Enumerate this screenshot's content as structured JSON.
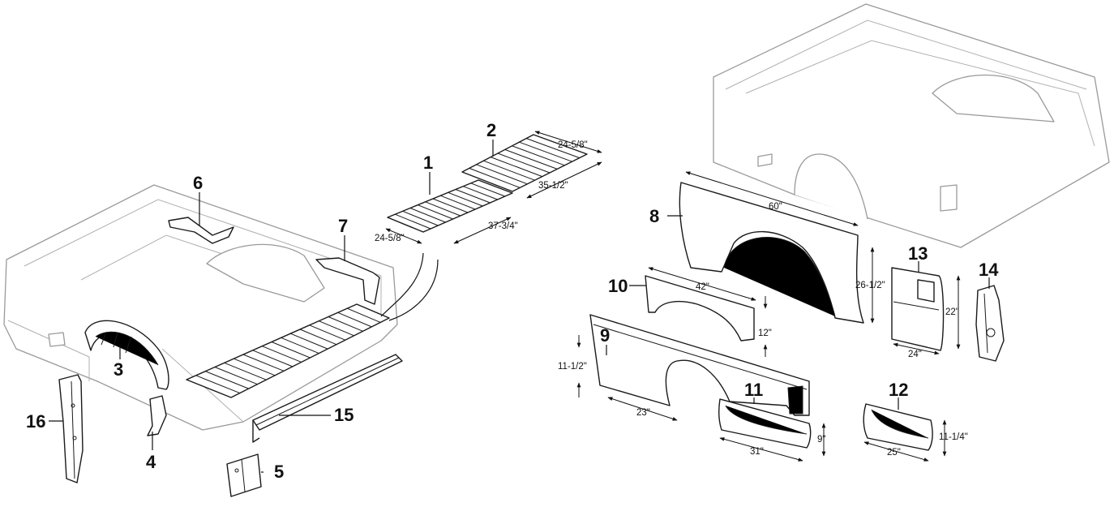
{
  "diagram": {
    "callouts": [
      {
        "id": "c1",
        "label": "1"
      },
      {
        "id": "c2",
        "label": "2"
      },
      {
        "id": "c3",
        "label": "3"
      },
      {
        "id": "c4",
        "label": "4"
      },
      {
        "id": "c5",
        "label": "5"
      },
      {
        "id": "c6",
        "label": "6"
      },
      {
        "id": "c7",
        "label": "7"
      },
      {
        "id": "c8",
        "label": "8"
      },
      {
        "id": "c9",
        "label": "9"
      },
      {
        "id": "c10",
        "label": "10"
      },
      {
        "id": "c11",
        "label": "11"
      },
      {
        "id": "c12",
        "label": "12"
      },
      {
        "id": "c13",
        "label": "13"
      },
      {
        "id": "c14",
        "label": "14"
      },
      {
        "id": "c15",
        "label": "15"
      },
      {
        "id": "c16",
        "label": "16"
      }
    ],
    "dimensions": {
      "p1_width": "24-5/8\"",
      "p1_length": "37-3/4\"",
      "p2_width": "24-5/8\"",
      "p2_length": "35-1/2\"",
      "p8_length": "60\"",
      "p8_height": "26-1/2\"",
      "p10_length": "42\"",
      "p10_height": "12\"",
      "p9_height": "11-1/2\"",
      "p9_length": "23\"",
      "p11_length": "31\"",
      "p11_height": "9\"",
      "p12_length": "25\"",
      "p12_height": "11-1/4\"",
      "p13_width": "24\"",
      "p13_height": "22\""
    }
  }
}
